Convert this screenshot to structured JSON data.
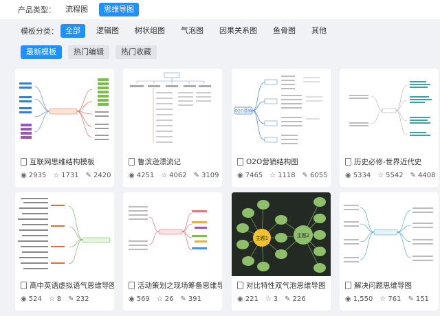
{
  "filters": {
    "product_type": {
      "label": "产品类型：",
      "options": [
        "流程图",
        "思维导图"
      ],
      "selected": "思维导图"
    },
    "template_category": {
      "label": "模板分类：",
      "options": [
        "全部",
        "逻辑图",
        "树状组图",
        "气泡图",
        "因果关系图",
        "鱼骨图",
        "其他"
      ],
      "selected": "全部"
    },
    "sort_tabs": [
      "最新模板",
      "热门编辑",
      "热门收藏"
    ],
    "sort_selected": "最新模板"
  },
  "cards": [
    {
      "title": "互联网思维结构模板",
      "views": "2935",
      "stars": "1731",
      "edits": "2420"
    },
    {
      "title": "鲁滨逊漂流记",
      "views": "4251",
      "stars": "4062",
      "edits": "3109"
    },
    {
      "title": "O2O营销结构图",
      "views": "7465",
      "stars": "1118",
      "edits": "6055"
    },
    {
      "title": "历史必修-世界近代史",
      "views": "5334",
      "stars": "5542",
      "edits": "4408"
    },
    {
      "title": "高中英语虚拟语气思维导图",
      "views": "524",
      "stars": "8",
      "edits": "232"
    },
    {
      "title": "活动策划之现场筹备思维导图",
      "views": "569",
      "stars": "26",
      "edits": "391"
    },
    {
      "title": "对比特性双气泡思维导图",
      "views": "221",
      "stars": "3",
      "edits": "226"
    },
    {
      "title": "解决问题思维导图",
      "views": "1,550",
      "stars": "761",
      "edits": "151"
    }
  ],
  "thumb_text": {
    "card3_center": "O2O营销",
    "card7_topic1": "主题1",
    "card7_topic2": "主题2"
  }
}
